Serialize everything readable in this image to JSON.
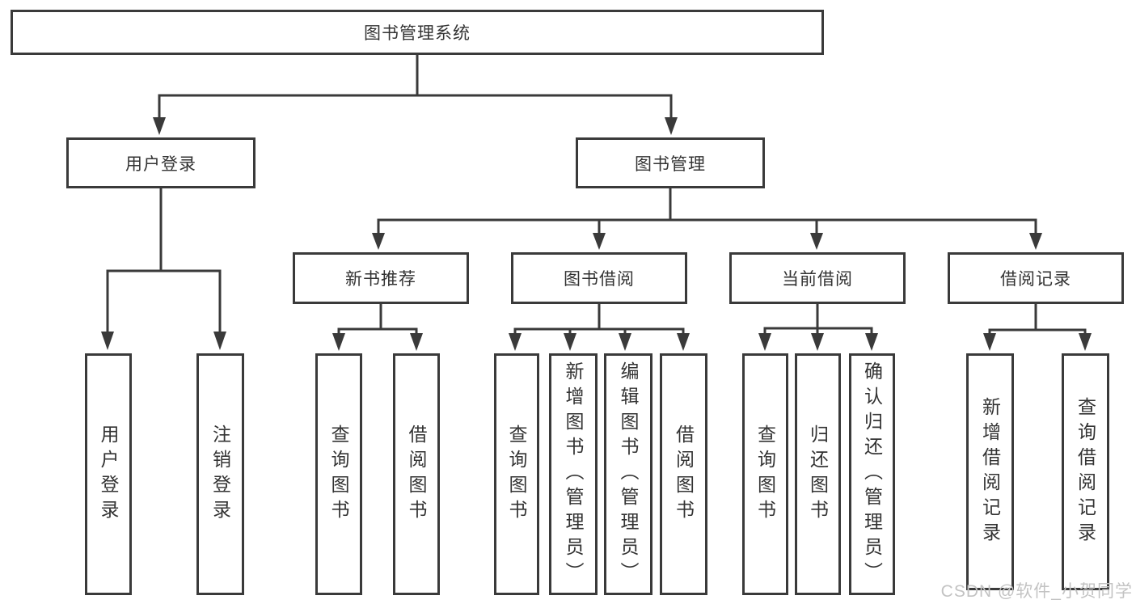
{
  "diagram": {
    "type": "hierarchy-tree",
    "colors": {
      "line": "#3a3a3a",
      "box_border": "#3a3a3a",
      "box_fill": "#ffffff",
      "text": "#333333",
      "watermark": "#c3c3c3",
      "background": "#ffffff"
    },
    "tree": {
      "root": {
        "label": "图书管理系统"
      },
      "l2": [
        {
          "label": "用户登录"
        },
        {
          "label": "图书管理"
        }
      ],
      "l3": [
        {
          "label": "新书推荐",
          "parent": "图书管理"
        },
        {
          "label": "图书借阅",
          "parent": "图书管理"
        },
        {
          "label": "当前借阅",
          "parent": "图书管理"
        },
        {
          "label": "借阅记录",
          "parent": "图书管理"
        }
      ],
      "leaves": [
        {
          "label": "用户登录",
          "parent": "用户登录"
        },
        {
          "label": "注销登录",
          "parent": "用户登录"
        },
        {
          "label": "查询图书",
          "parent": "新书推荐"
        },
        {
          "label": "借阅图书",
          "parent": "新书推荐"
        },
        {
          "label": "查询图书",
          "parent": "图书借阅"
        },
        {
          "label": "新增图书（管理员）",
          "parent": "图书借阅"
        },
        {
          "label": "编辑图书（管理员）",
          "parent": "图书借阅"
        },
        {
          "label": "借阅图书",
          "parent": "图书借阅"
        },
        {
          "label": "查询图书",
          "parent": "当前借阅"
        },
        {
          "label": "归还图书",
          "parent": "当前借阅"
        },
        {
          "label": "确认归还（管理员）",
          "parent": "当前借阅"
        },
        {
          "label": "新增借阅记录",
          "parent": "借阅记录"
        },
        {
          "label": "查询借阅记录",
          "parent": "借阅记录"
        }
      ]
    }
  },
  "watermark": {
    "text": "CSDN @软件_小贺同学"
  }
}
